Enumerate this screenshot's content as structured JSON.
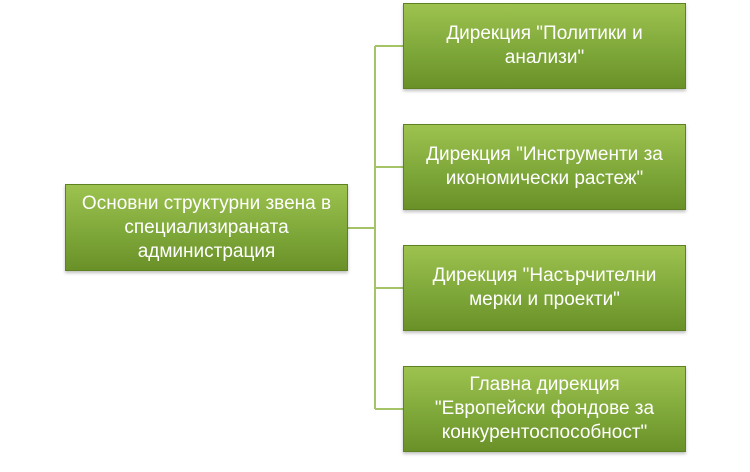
{
  "colors": {
    "box_fill_top": "#9dc24f",
    "box_fill_bottom": "#6a9128",
    "box_text": "#ffffff",
    "connector": "#a5c467"
  },
  "diagram": {
    "root": {
      "label": "Основни структурни звена в специализираната администрация"
    },
    "children": [
      {
        "label": "Дирекция \"Политики и анализи\""
      },
      {
        "label": "Дирекция \"Инструменти за икономически растеж\""
      },
      {
        "label": "Дирекция \"Насърчителни мерки и проекти\""
      },
      {
        "label": "Главна дирекция\n\"Европейски фондове за конкурентоспособност\""
      }
    ]
  }
}
